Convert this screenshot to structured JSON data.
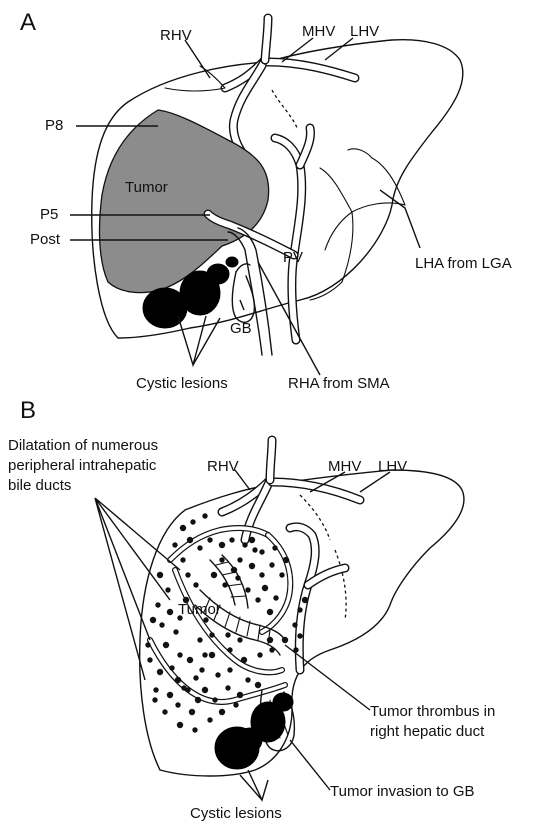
{
  "panel_a": {
    "letter": "A",
    "labels": {
      "rhv": "RHV",
      "mhv": "MHV",
      "lhv": "LHV",
      "p8": "P8",
      "tumor": "Tumor",
      "p5": "P5",
      "post": "Post",
      "pv": "PV",
      "lha": "LHA from LGA",
      "gb": "GB",
      "cystic": "Cystic lesions",
      "rha": "RHA from SMA"
    }
  },
  "panel_b": {
    "letter": "B",
    "labels": {
      "dilatation_line1": "Dilatation of numerous",
      "dilatation_line2": "peripheral intrahepatic",
      "dilatation_line3": "bile ducts",
      "rhv": "RHV",
      "mhv": "MHV",
      "lhv": "LHV",
      "tumor": "Tumor",
      "thrombus_line1": "Tumor thrombus in",
      "thrombus_line2": "right hepatic duct",
      "invasion": "Tumor invasion to GB",
      "cystic": "Cystic lesions"
    }
  },
  "colors": {
    "tumor_gray": "#8c8c8c",
    "ink": "#111111",
    "cyst": "#000000"
  }
}
